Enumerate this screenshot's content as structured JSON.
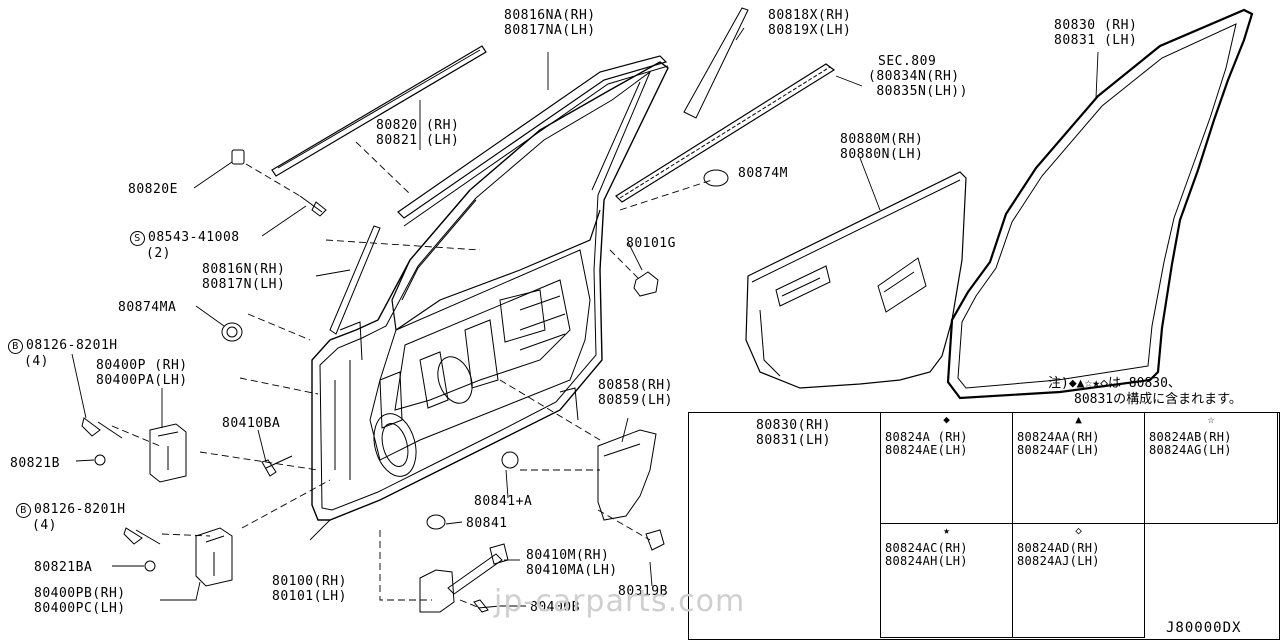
{
  "labels": {
    "p80816NA": [
      "80816NA(RH)",
      "80817NA(LH)"
    ],
    "p80818X": [
      "80818X(RH)",
      "80819X(LH)"
    ],
    "sec809": [
      "SEC.809",
      "(80834N(RH)",
      " 80835N(LH))"
    ],
    "p80830": [
      "80830 (RH)",
      "80831 (LH)"
    ],
    "p80820": [
      "80820 (RH)",
      "80821 (LH)"
    ],
    "p80820E": "80820E",
    "p80874M": "80874M",
    "p08543": [
      "08543-41008",
      "(2)"
    ],
    "p80880": [
      "80880M(RH)",
      "80880N(LH)"
    ],
    "p80101G": "80101G",
    "p80816N": [
      "80816N(RH)",
      "80817N(LH)"
    ],
    "p80874MA": "80874MA",
    "p08126a": [
      "08126-8201H",
      "(4)"
    ],
    "p80400P": [
      "80400P (RH)",
      "80400PA(LH)"
    ],
    "p80410BA": "80410BA",
    "p80821B": "80821B",
    "p80858": [
      "80858(RH)",
      "80859(LH)"
    ],
    "p80841A": "80841+A",
    "p80841": "80841",
    "p08126b": [
      "08126-8201H",
      "(4)"
    ],
    "p80821BA": "80821BA",
    "p80400PB": [
      "80400PB(RH)",
      "80400PC(LH)"
    ],
    "p80100": [
      "80100(RH)",
      "80101(LH)"
    ],
    "p80410M": [
      "80410M(RH)",
      "80410MA(LH)"
    ],
    "p80400B": "80400B",
    "p80319B": "80319B"
  },
  "circled": {
    "s": "S",
    "b": "B"
  },
  "note": [
    "注)◆▲☆★◇は 80830、",
    "80831の構成に含まれます。"
  ],
  "inset": {
    "title": [
      "80830(RH)",
      "80831(LH)"
    ],
    "cells": [
      {
        "symbol": "◆",
        "lines": [
          "80824A (RH)",
          "80824AE(LH)"
        ]
      },
      {
        "symbol": "▲",
        "lines": [
          "80824AA(RH)",
          "80824AF(LH)"
        ]
      },
      {
        "symbol": "☆",
        "lines": [
          "80824AB(RH)",
          "80824AG(LH)"
        ]
      },
      {
        "symbol": "★",
        "lines": [
          "80824AC(RH)",
          "80824AH(LH)"
        ]
      },
      {
        "symbol": "◇",
        "lines": [
          "80824AD(RH)",
          "80824AJ(LH)"
        ]
      }
    ]
  },
  "watermark": "jp-carparts.com",
  "diagram_code": "J80000DX"
}
